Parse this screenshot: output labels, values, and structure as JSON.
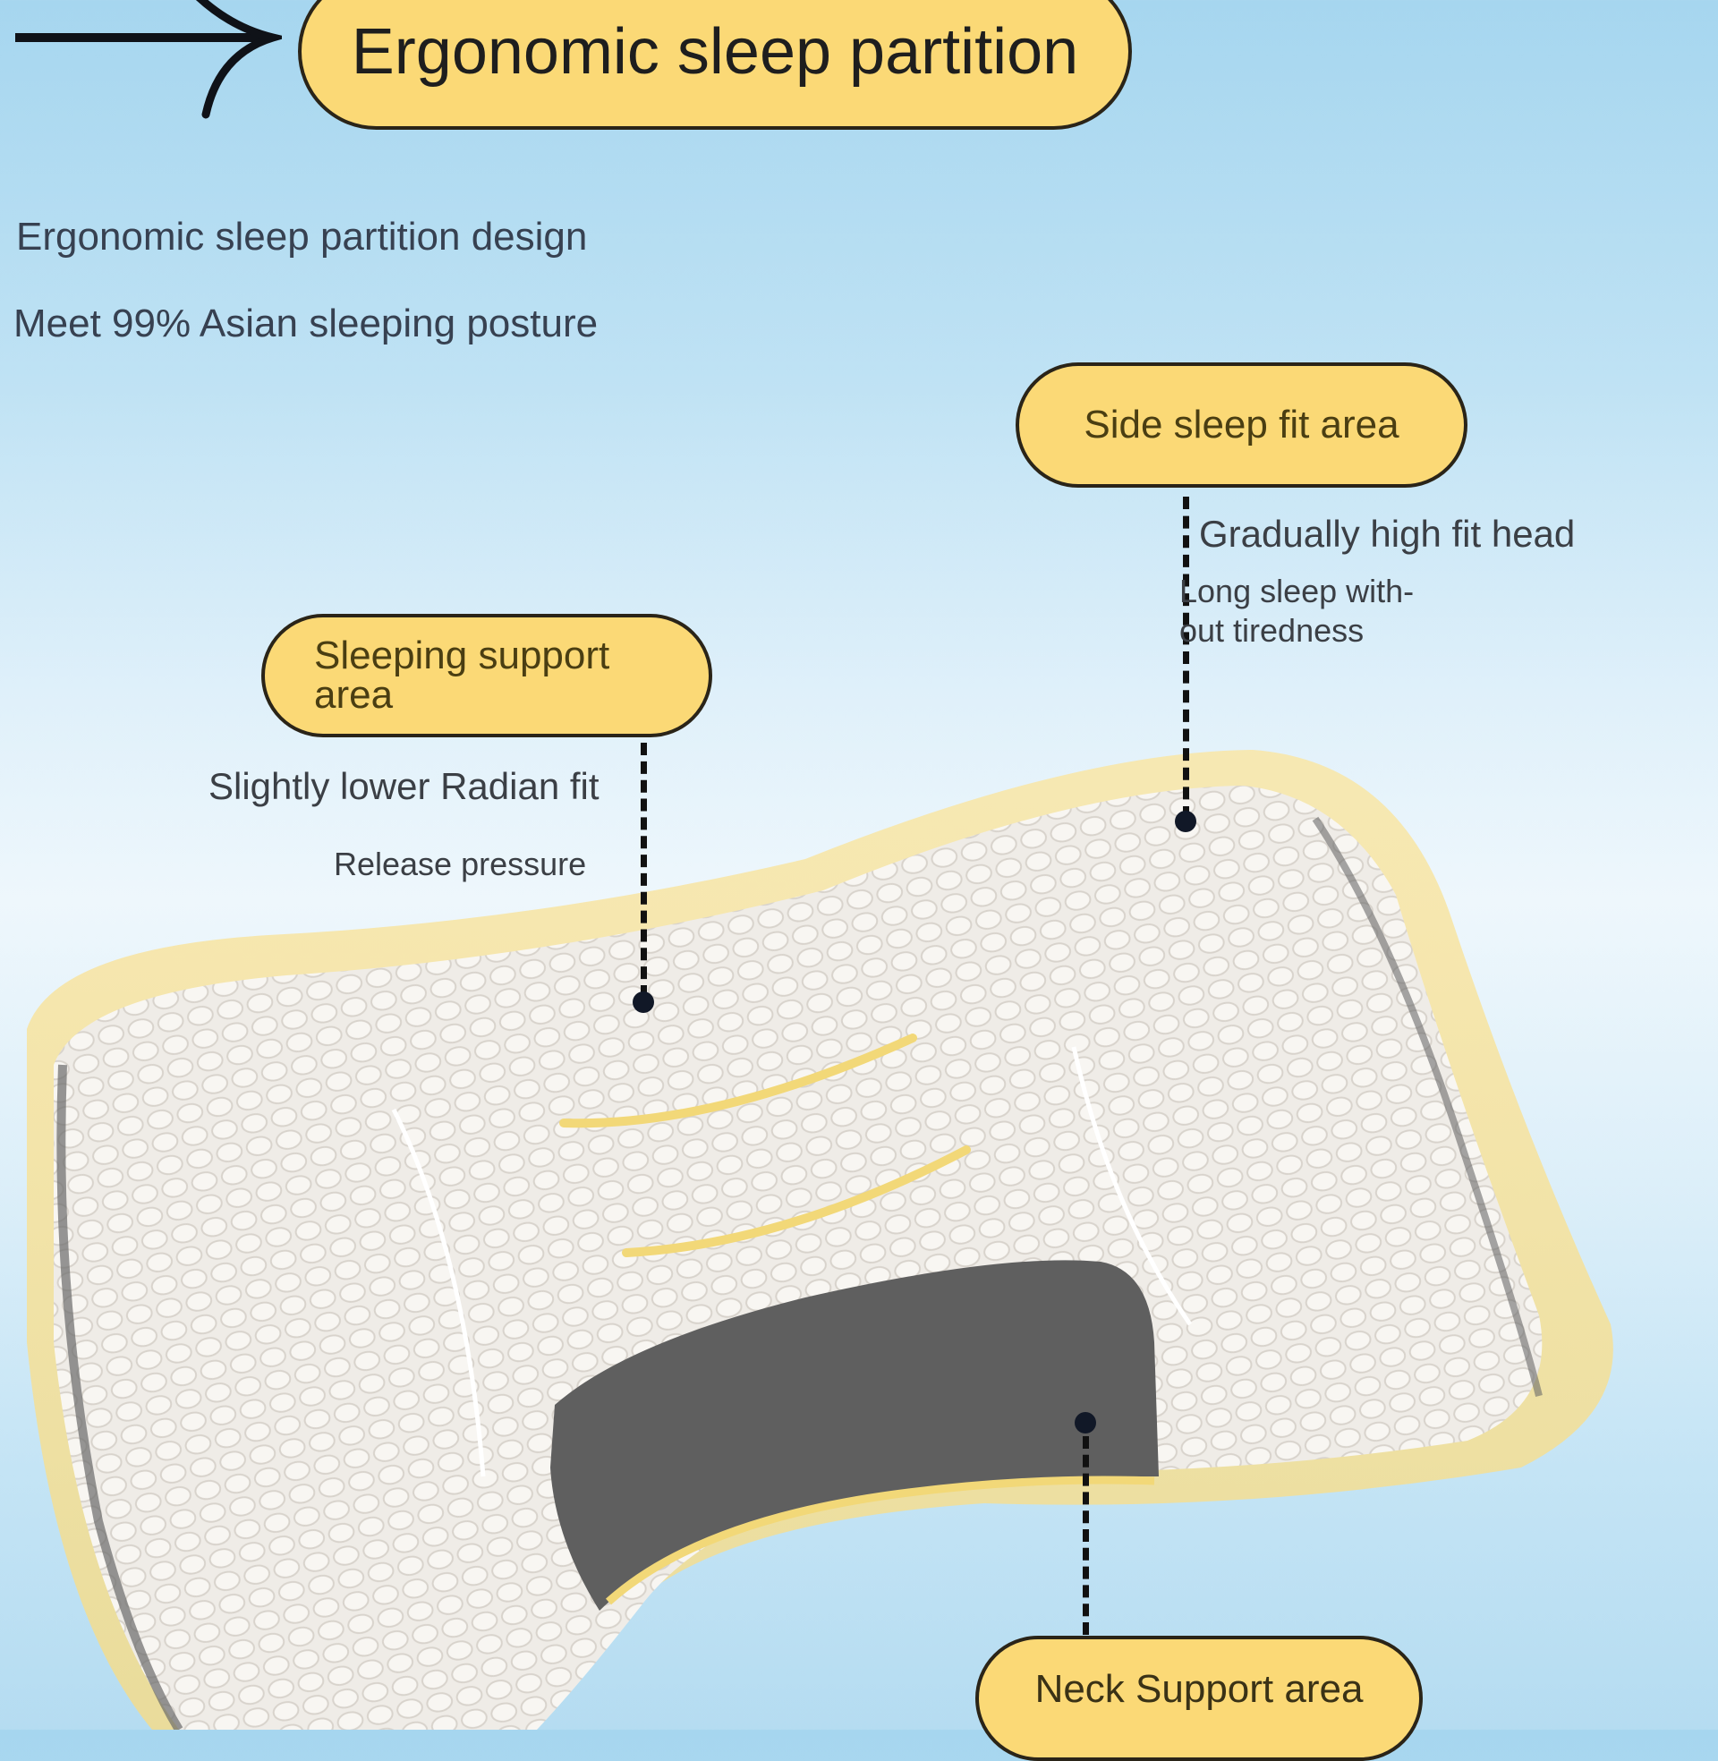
{
  "header": {
    "title": "Ergonomic sleep partition",
    "arrow_icon": "arrow-right-icon"
  },
  "intro": {
    "line1": "Ergonomic sleep partition design",
    "line2": "Meet 99% Asian sleeping posture"
  },
  "callouts": {
    "side_sleep": {
      "label": "Side sleep fit area",
      "note1": "Gradually high fit head",
      "note2_line1": "Long sleep with-",
      "note2_line2": "out tiredness"
    },
    "sleeping_support": {
      "label_line1": "Sleeping support",
      "label_line2": "area",
      "note1": "Slightly lower Radian fit",
      "note2": "Release pressure"
    },
    "neck_support": {
      "label": "Neck Support area"
    }
  },
  "colors": {
    "pill_fill": "#fbd976",
    "pill_border": "#2a2418",
    "pillow_fabric": "#eeebe6",
    "neck_pad": "#5f5f5f",
    "accent_stripe": "#f2d878",
    "bg_top": "#a6d6ef",
    "bg_mid": "#eef7fc"
  }
}
